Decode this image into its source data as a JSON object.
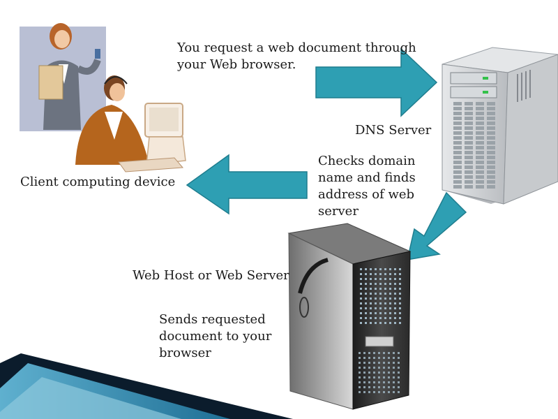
{
  "labels": {
    "request": "You request a web document through your Web browser.",
    "dns_server": "DNS Server",
    "client_device": "Client computing device",
    "dns_action": "Checks domain name and finds address of web server",
    "web_server": "Web Host or Web Server",
    "web_action": "Sends requested document to your browser"
  },
  "colors": {
    "arrow": "#2e9fb3",
    "arrow_edge": "#1f7d8e",
    "text": "#1a1a1a",
    "stripe_dark": "#0b1c2c",
    "stripe_teal": "#2f8fb0"
  },
  "icons": {
    "client": "client-people-icon",
    "dns": "dns-server-icon",
    "web": "web-server-icon"
  }
}
